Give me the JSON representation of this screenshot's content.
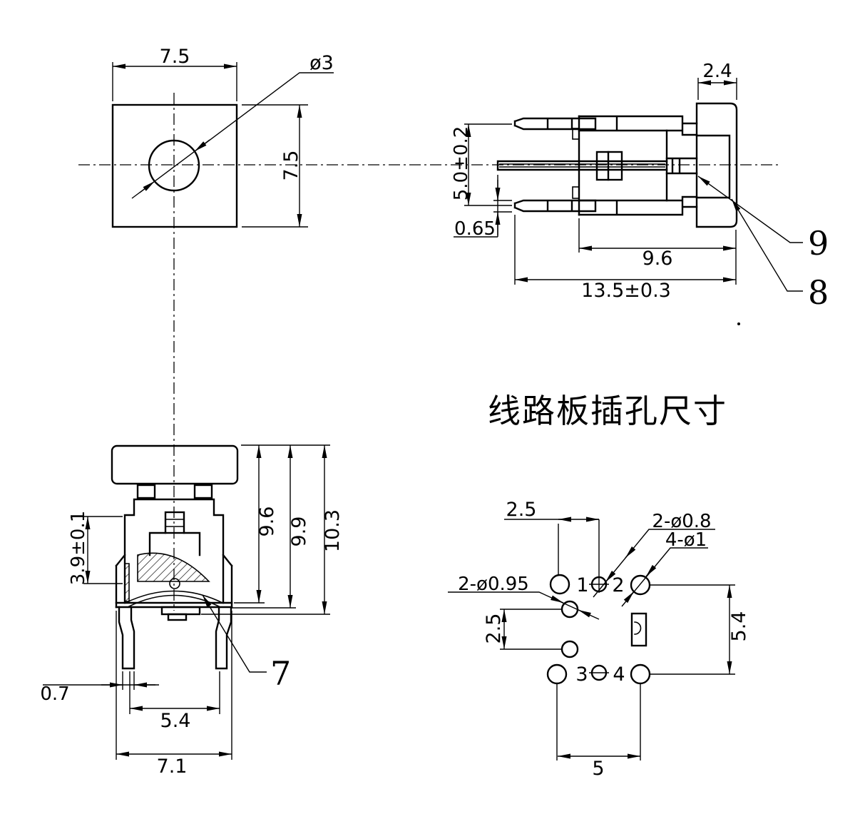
{
  "drawing": {
    "background": "#ffffff",
    "line_color": "#000000",
    "views": {
      "top": {
        "dim_width": "7.5",
        "dim_height": "7.5",
        "hole_callout": "ø3"
      },
      "side": {
        "dim_cap_width": "2.4",
        "dim_pin_pitch": "5.0±0.2",
        "dim_pin_thickness": "0.65",
        "dim_body_depth": "9.6",
        "dim_total_depth": "13.5±0.3",
        "ref_9": "9",
        "ref_8": "8"
      },
      "front": {
        "dim_inner_height": "3.9±0.1",
        "dim_height_1": "9.6",
        "dim_height_2": "9.9",
        "dim_height_3": "10.3",
        "dim_leg_width": "0.7",
        "dim_leg_pitch": "5.4",
        "dim_body_width": "7.1",
        "ref_7": "7"
      },
      "pcb": {
        "title": "线路板插孔尺寸",
        "dim_pitch_top": "2.5",
        "dim_pitch_left": "2.5",
        "dim_pitch_right": "5.4",
        "dim_pitch_bottom": "5",
        "callout_small_holes": "2-ø0.8",
        "callout_pin_holes": "4-ø1",
        "callout_mid_holes": "2-ø0.95",
        "pin_labels": [
          "1",
          "2",
          "3",
          "4"
        ]
      }
    }
  }
}
